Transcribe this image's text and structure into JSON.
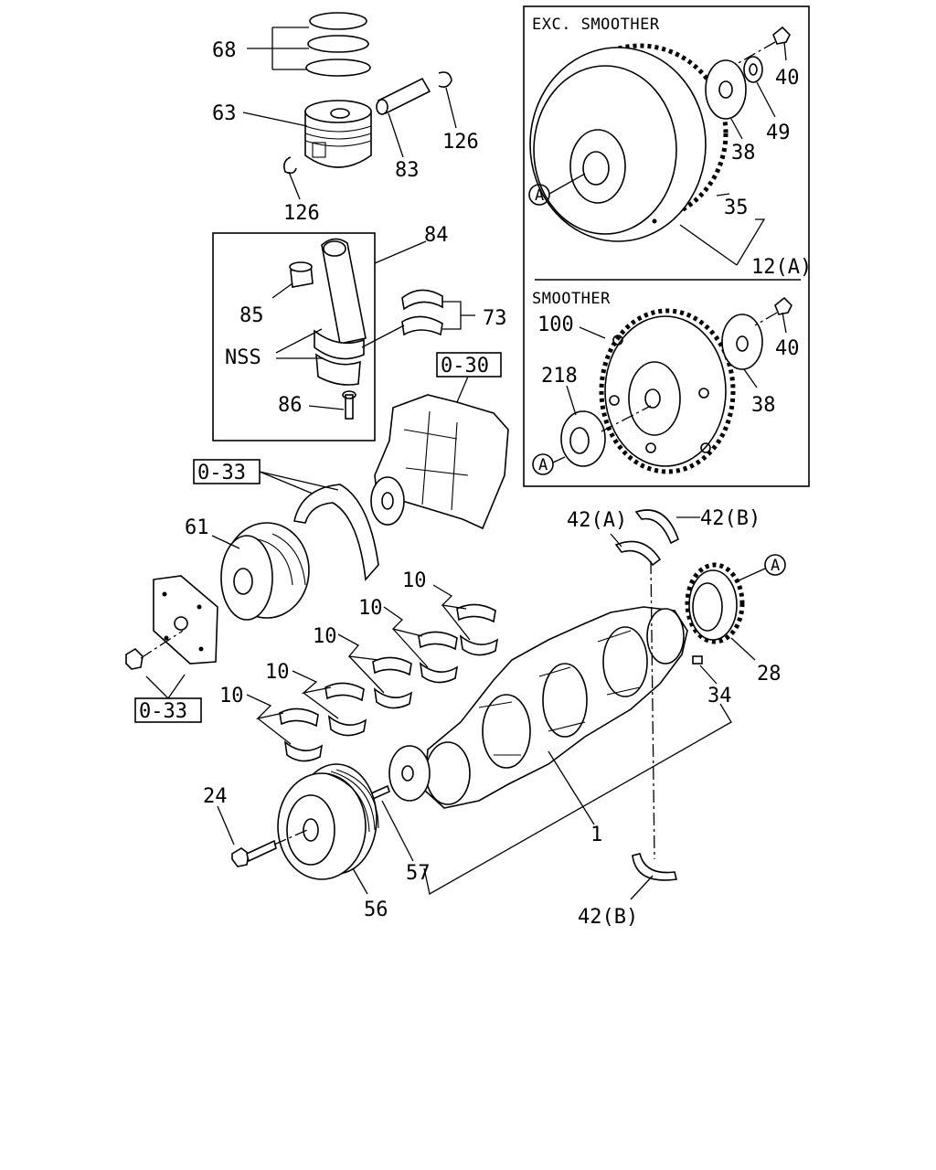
{
  "labels": {
    "rings": "68",
    "piston": "63",
    "piston_pin": "83",
    "snap_ring_left": "126",
    "snap_ring_right": "126",
    "conrod_assy": "84",
    "conrod_bushing": "85",
    "conrod_bearing": "73",
    "nss": "NSS",
    "conrod_bolt": "86",
    "ref_water_pump": "0-30",
    "ref_belt": "0-33",
    "ref_plate": "0-33",
    "pulley_61": "61",
    "main_bearing_1": "10",
    "main_bearing_2": "10",
    "main_bearing_3": "10",
    "main_bearing_4": "10",
    "main_bearing_5": "10",
    "thrust_a": "42(A)",
    "thrust_b_top": "42(B)",
    "thrust_b_bottom": "42(B)",
    "crank_gear": "28",
    "pin_34": "34",
    "crankshaft": "1",
    "bolt_24": "24",
    "pin_57": "57",
    "crank_pulley": "56",
    "mark_a_gear": "A",
    "exc_flywheel": "12(A)",
    "exc_ring_gear": "35",
    "exc_plate": "38",
    "exc_bolt": "40",
    "exc_bearing": "49",
    "exc_mark_a": "A",
    "sm_flywheel": "100",
    "sm_adapter": "218",
    "sm_bolt": "40",
    "sm_plate": "38",
    "sm_mark_a": "A"
  },
  "panels": {
    "exc_smoother_title": "EXC. SMOOTHER",
    "smoother_title": "SMOOTHER"
  },
  "colors": {
    "ink": "#000000",
    "paper": "#ffffff"
  }
}
